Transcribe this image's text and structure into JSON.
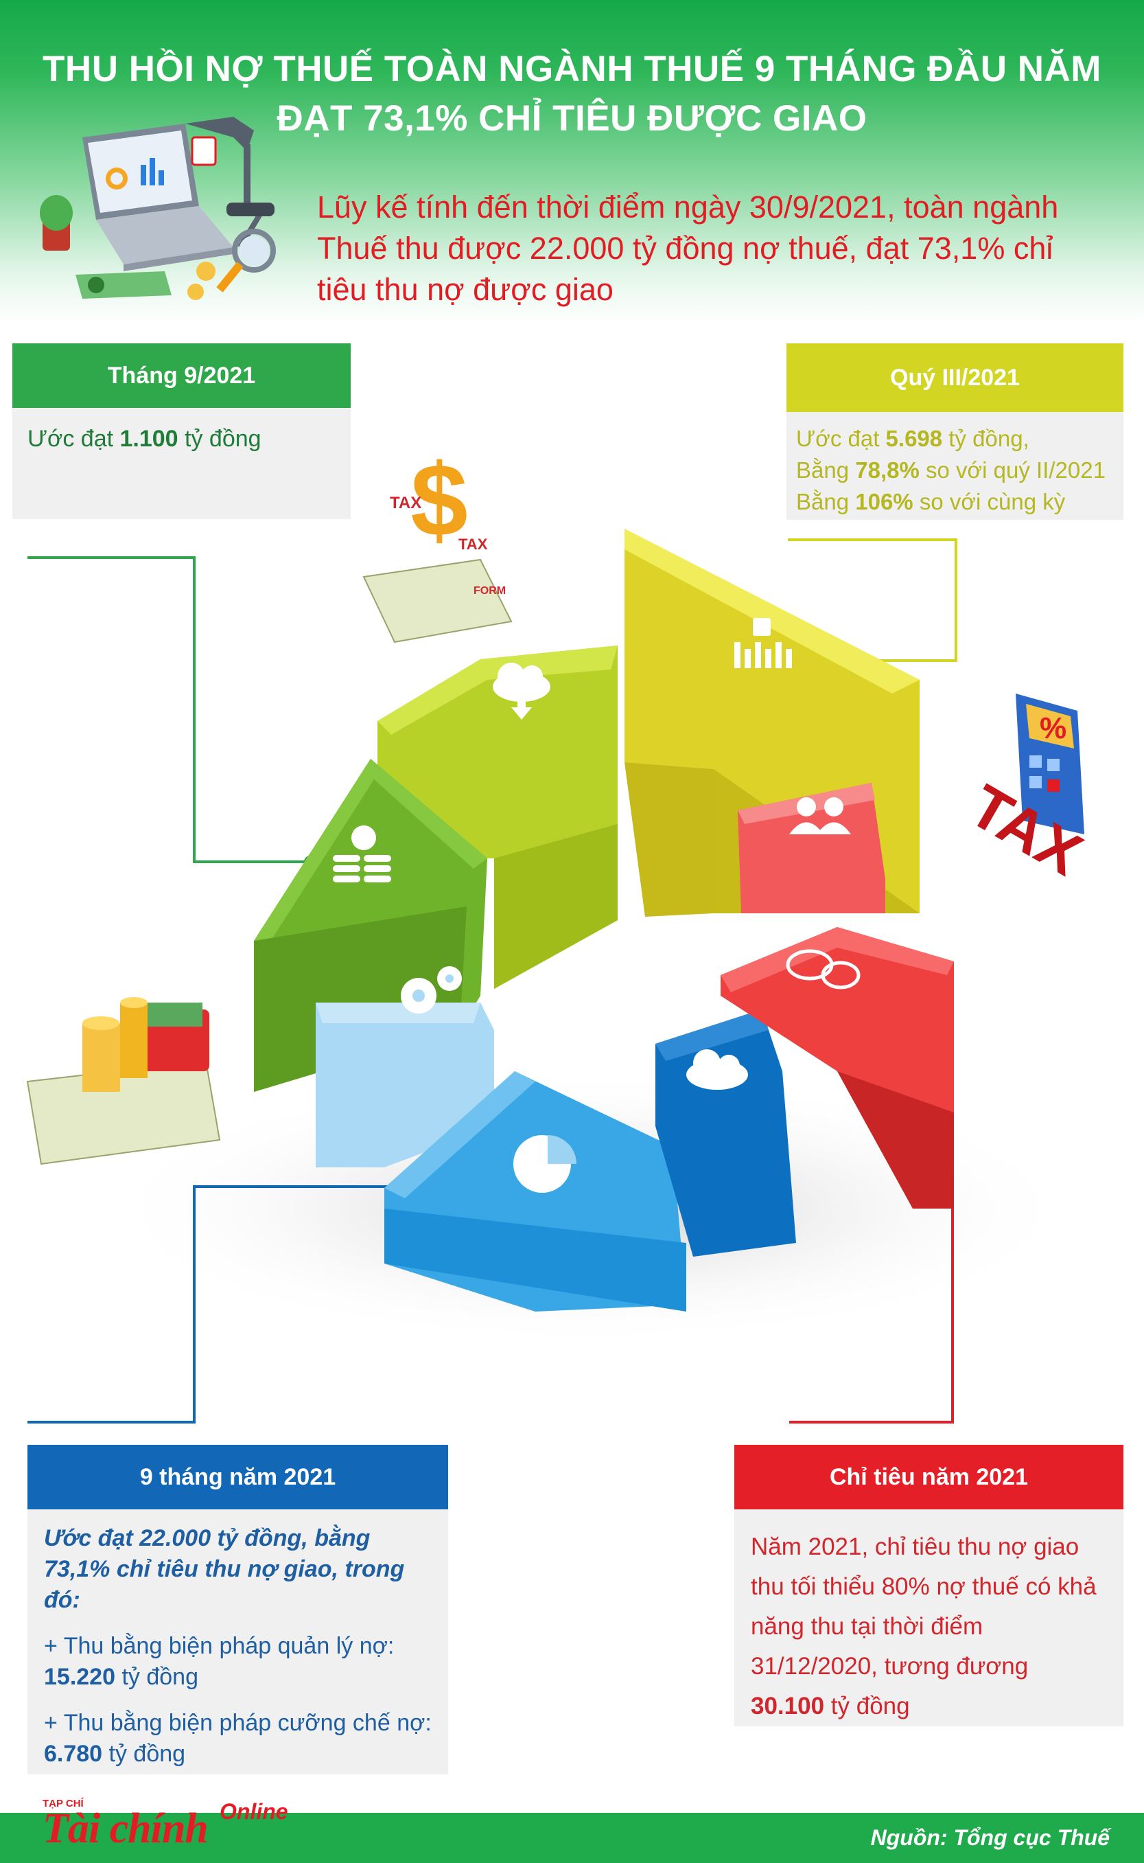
{
  "header": {
    "title_line1": "THU HỒI NỢ THUẾ TOÀN NGÀNH THUẾ 9 THÁNG ĐẦU NĂM",
    "title_line2": "ĐẠT 73,1% CHỈ TIÊU ĐƯỢC GIAO",
    "summary": "Lũy kế tính đến thời điểm ngày 30/9/2021, toàn ngành Thuế thu được 22.000 tỷ đồng nợ thuế, đạt 73,1% chỉ tiêu thu nợ được giao"
  },
  "month_box": {
    "title": "Tháng 9/2021",
    "prefix": "Ước đạt ",
    "value": "1.100",
    "suffix": " tỷ đồng"
  },
  "quarter_box": {
    "title": "Quý III/2021",
    "line1_prefix": "Ước đạt ",
    "line1_value": "5.698",
    "line1_suffix": " tỷ đồng,",
    "line2_prefix": "Bằng ",
    "line2_value": "78,8%",
    "line2_suffix": " so với quý II/2021",
    "line3_prefix": "Bằng ",
    "line3_value": "106%",
    "line3_suffix": " so với cùng kỳ"
  },
  "nine_month_box": {
    "title": "9 tháng năm 2021",
    "intro": "Ước đạt 22.000 tỷ đồng, bằng 73,1% chỉ tiêu thu nợ giao, trong đó:",
    "item1_text": "+ Thu bằng biện pháp quản lý nợ:",
    "item1_value": "15.220",
    "item1_suffix": " tỷ đồng",
    "item2_text": "+ Thu bằng biện pháp cưỡng chế nợ: ",
    "item2_value": "6.780",
    "item2_suffix": " tỷ đồng"
  },
  "target_box": {
    "title": "Chỉ tiêu năm 2021",
    "text": "Năm 2021, chỉ tiêu thu nợ giao thu tối thiểu 80% nợ thuế có khả năng thu tại thời điểm 31/12/2020, tương đương ",
    "value": "30.100",
    "suffix": " tỷ đồng"
  },
  "illustration_labels": {
    "tax": "TAX",
    "form": "FORM",
    "percent": "%"
  },
  "footer": {
    "logo_small": "TẠP CHÍ",
    "logo_main": "Tài chính",
    "logo_online": "Online",
    "source": "Nguồn:  Tổng cục Thuế"
  },
  "colors": {
    "green": "#2ea84b",
    "yellow_green": "#d2d622",
    "blue": "#1268b6",
    "red": "#e51f27",
    "light_blue": "#45b3ea",
    "dark_blue": "#0d6fc0"
  },
  "icons": [
    "cloud-download-icon",
    "dollar-bars-icon",
    "coin-stack-icon",
    "people-icon",
    "chat-bubbles-icon",
    "gears-icon",
    "pie-chart-icon",
    "cloud-icon",
    "calculator-icon",
    "laptop-icon",
    "magnifier-icon",
    "wallet-icon",
    "tax-dollar-icon"
  ]
}
